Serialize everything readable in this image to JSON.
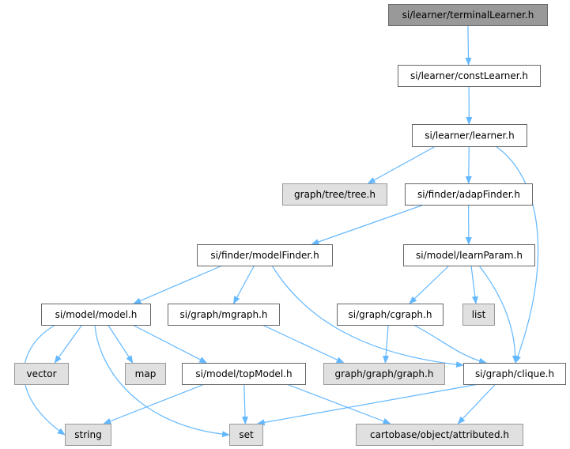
{
  "colors": {
    "edge": "#63b8ff",
    "node_border": "#666666",
    "node_fill": "#ffffff",
    "root_fill": "#999999",
    "root_border": "#666666",
    "external_fill": "#e0e0e0",
    "external_border": "#999999"
  },
  "nodes": [
    {
      "id": "terminalLearner",
      "label": "si/learner/terminalLearner.h",
      "kind": "root"
    },
    {
      "id": "constLearner",
      "label": "si/learner/constLearner.h",
      "kind": "file"
    },
    {
      "id": "learner",
      "label": "si/learner/learner.h",
      "kind": "file"
    },
    {
      "id": "tree",
      "label": "graph/tree/tree.h",
      "kind": "external"
    },
    {
      "id": "adapFinder",
      "label": "si/finder/adapFinder.h",
      "kind": "file"
    },
    {
      "id": "modelFinder",
      "label": "si/finder/modelFinder.h",
      "kind": "file"
    },
    {
      "id": "learnParam",
      "label": "si/model/learnParam.h",
      "kind": "file"
    },
    {
      "id": "model",
      "label": "si/model/model.h",
      "kind": "file"
    },
    {
      "id": "mgraph",
      "label": "si/graph/mgraph.h",
      "kind": "file"
    },
    {
      "id": "cgraph",
      "label": "si/graph/cgraph.h",
      "kind": "file"
    },
    {
      "id": "list",
      "label": "list",
      "kind": "external"
    },
    {
      "id": "vector",
      "label": "vector",
      "kind": "external"
    },
    {
      "id": "map",
      "label": "map",
      "kind": "external"
    },
    {
      "id": "topModel",
      "label": "si/model/topModel.h",
      "kind": "file"
    },
    {
      "id": "graphgraph",
      "label": "graph/graph/graph.h",
      "kind": "external"
    },
    {
      "id": "clique",
      "label": "si/graph/clique.h",
      "kind": "file"
    },
    {
      "id": "string",
      "label": "string",
      "kind": "external"
    },
    {
      "id": "set",
      "label": "set",
      "kind": "external"
    },
    {
      "id": "attributed",
      "label": "cartobase/object/attributed.h",
      "kind": "external"
    }
  ],
  "edges": [
    {
      "from": "terminalLearner",
      "to": "constLearner"
    },
    {
      "from": "constLearner",
      "to": "learner"
    },
    {
      "from": "learner",
      "to": "tree"
    },
    {
      "from": "learner",
      "to": "adapFinder"
    },
    {
      "from": "learner",
      "to": "clique"
    },
    {
      "from": "adapFinder",
      "to": "modelFinder"
    },
    {
      "from": "adapFinder",
      "to": "learnParam"
    },
    {
      "from": "modelFinder",
      "to": "model"
    },
    {
      "from": "modelFinder",
      "to": "mgraph"
    },
    {
      "from": "modelFinder",
      "to": "clique"
    },
    {
      "from": "learnParam",
      "to": "cgraph"
    },
    {
      "from": "learnParam",
      "to": "list"
    },
    {
      "from": "learnParam",
      "to": "clique"
    },
    {
      "from": "model",
      "to": "vector"
    },
    {
      "from": "model",
      "to": "map"
    },
    {
      "from": "model",
      "to": "topModel"
    },
    {
      "from": "model",
      "to": "string"
    },
    {
      "from": "model",
      "to": "set"
    },
    {
      "from": "mgraph",
      "to": "graphgraph"
    },
    {
      "from": "cgraph",
      "to": "graphgraph"
    },
    {
      "from": "cgraph",
      "to": "clique"
    },
    {
      "from": "topModel",
      "to": "string"
    },
    {
      "from": "topModel",
      "to": "set"
    },
    {
      "from": "topModel",
      "to": "attributed"
    },
    {
      "from": "clique",
      "to": "set"
    },
    {
      "from": "clique",
      "to": "attributed"
    }
  ]
}
